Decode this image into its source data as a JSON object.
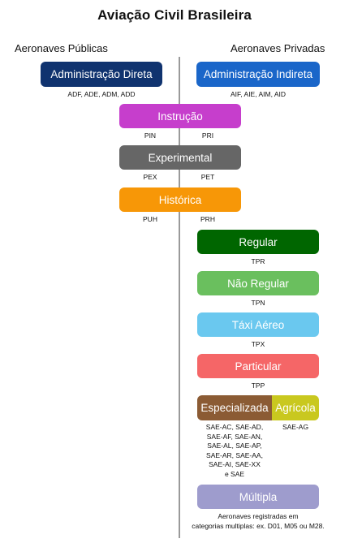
{
  "title": "Aviação Civil Brasileira",
  "left_header": "Aeronaves Públicas",
  "right_header": "Aeronaves Privadas",
  "colors": {
    "direta": "#10336f",
    "indireta": "#1a66c9",
    "instrucao": "#c63ecc",
    "experimental": "#666666",
    "historica": "#f79707",
    "regular": "#006600",
    "nao_regular": "#6abf5e",
    "taxi": "#6ac8ef",
    "particular": "#f56667",
    "especializada": "#8b5b34",
    "agricola": "#c9c81f",
    "multipla": "#9e9ccd"
  },
  "categories": {
    "direta": {
      "label": "Administração Direta",
      "codes": "ADF, ADE, ADM, ADD"
    },
    "indireta": {
      "label": "Administração Indireta",
      "codes": "AIF, AIE, AIM, AID"
    },
    "instrucao": {
      "label": "Instrução",
      "code_left": "PIN",
      "code_right": "PRI"
    },
    "experimental": {
      "label": "Experimental",
      "code_left": "PEX",
      "code_right": "PET"
    },
    "historica": {
      "label": "Histórica",
      "code_left": "PUH",
      "code_right": "PRH"
    },
    "regular": {
      "label": "Regular",
      "code": "TPR"
    },
    "nao_regular": {
      "label": "Não Regular",
      "code": "TPN"
    },
    "taxi": {
      "label": "Táxi Aéreo",
      "code": "TPX"
    },
    "particular": {
      "label": "Particular",
      "code": "TPP"
    },
    "especializada": {
      "label": "Especializada",
      "codes": [
        "SAE-AC, SAE-AD,",
        "SAE-AF, SAE-AN,",
        "SAE-AL, SAE-AP,",
        "SAE-AR, SAE-AA,",
        "SAE-AI, SAE-XX",
        "e SAE"
      ]
    },
    "agricola": {
      "label": "Agrícola",
      "code": "SAE-AG"
    },
    "multipla": {
      "label": "Múltipla",
      "note": [
        "Aeronaves registradas em",
        "categorias multiplas: ex. D01, M05 ou M28."
      ]
    }
  }
}
